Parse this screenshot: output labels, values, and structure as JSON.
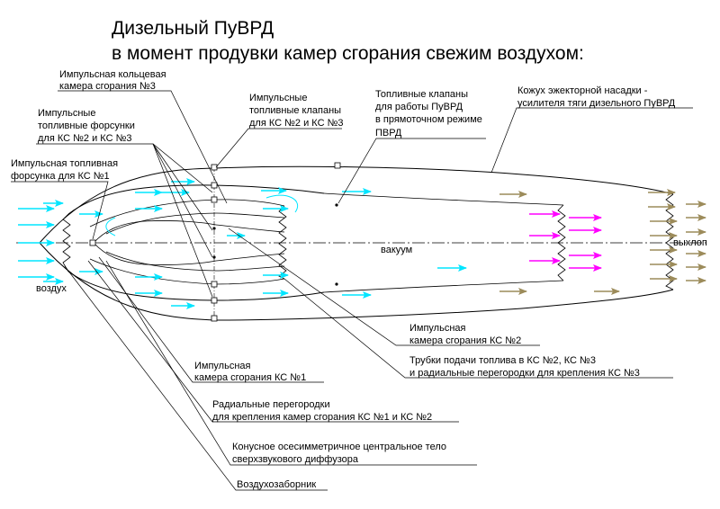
{
  "title": {
    "line1": "Дизельный ПуВРД",
    "line2": "в момент продувки камер сгорания свежим воздухом:"
  },
  "labels": {
    "ring_chamber": [
      "Импульсная кольцевая",
      "камера сгорания №3"
    ],
    "injectors_23": [
      "Импульсные",
      "топливные форсунки",
      "для КС №2 и КС №3"
    ],
    "injector_1": [
      "Импульсная топливная",
      "форсунка для КС №1"
    ],
    "valves_23": [
      "Импульсные",
      "топливные клапаны",
      "для КС №2 и КС №3"
    ],
    "valves_ramjet": [
      "Топливные клапаны",
      "для работы ПуВРД",
      "в прямоточном режиме",
      "ПВРД"
    ],
    "ejector_shroud": [
      "Кожух эжекторной насадки -",
      "усилителя тяги дизельного ПуВРД"
    ],
    "air_in": "воздух",
    "vacuum": "вакуум",
    "exhaust": "выхлоп",
    "chamber_2": [
      "Импульсная",
      "камера сгорания КС №2"
    ],
    "fuel_tubes": [
      "Трубки подачи топлива в КС №2, КС №3",
      "и радиальные перегородки для крепления  КС №3"
    ],
    "chamber_1": [
      "Импульсная",
      "камера сгорания КС №1"
    ],
    "radial_partitions": [
      "Радиальные перегородки",
      "для крепления камер сгорания КС №1 и КС №2"
    ],
    "center_body": [
      "Конусное осесимметричное центральное тело",
      "сверхзвукового диффузора"
    ],
    "intake": "Воздухозаборник"
  },
  "colors": {
    "fresh_air": "#00e5ff",
    "ejector_flow": "#9c8b5a",
    "exhaust_flow": "#ff00ff",
    "lines": "#000000"
  }
}
